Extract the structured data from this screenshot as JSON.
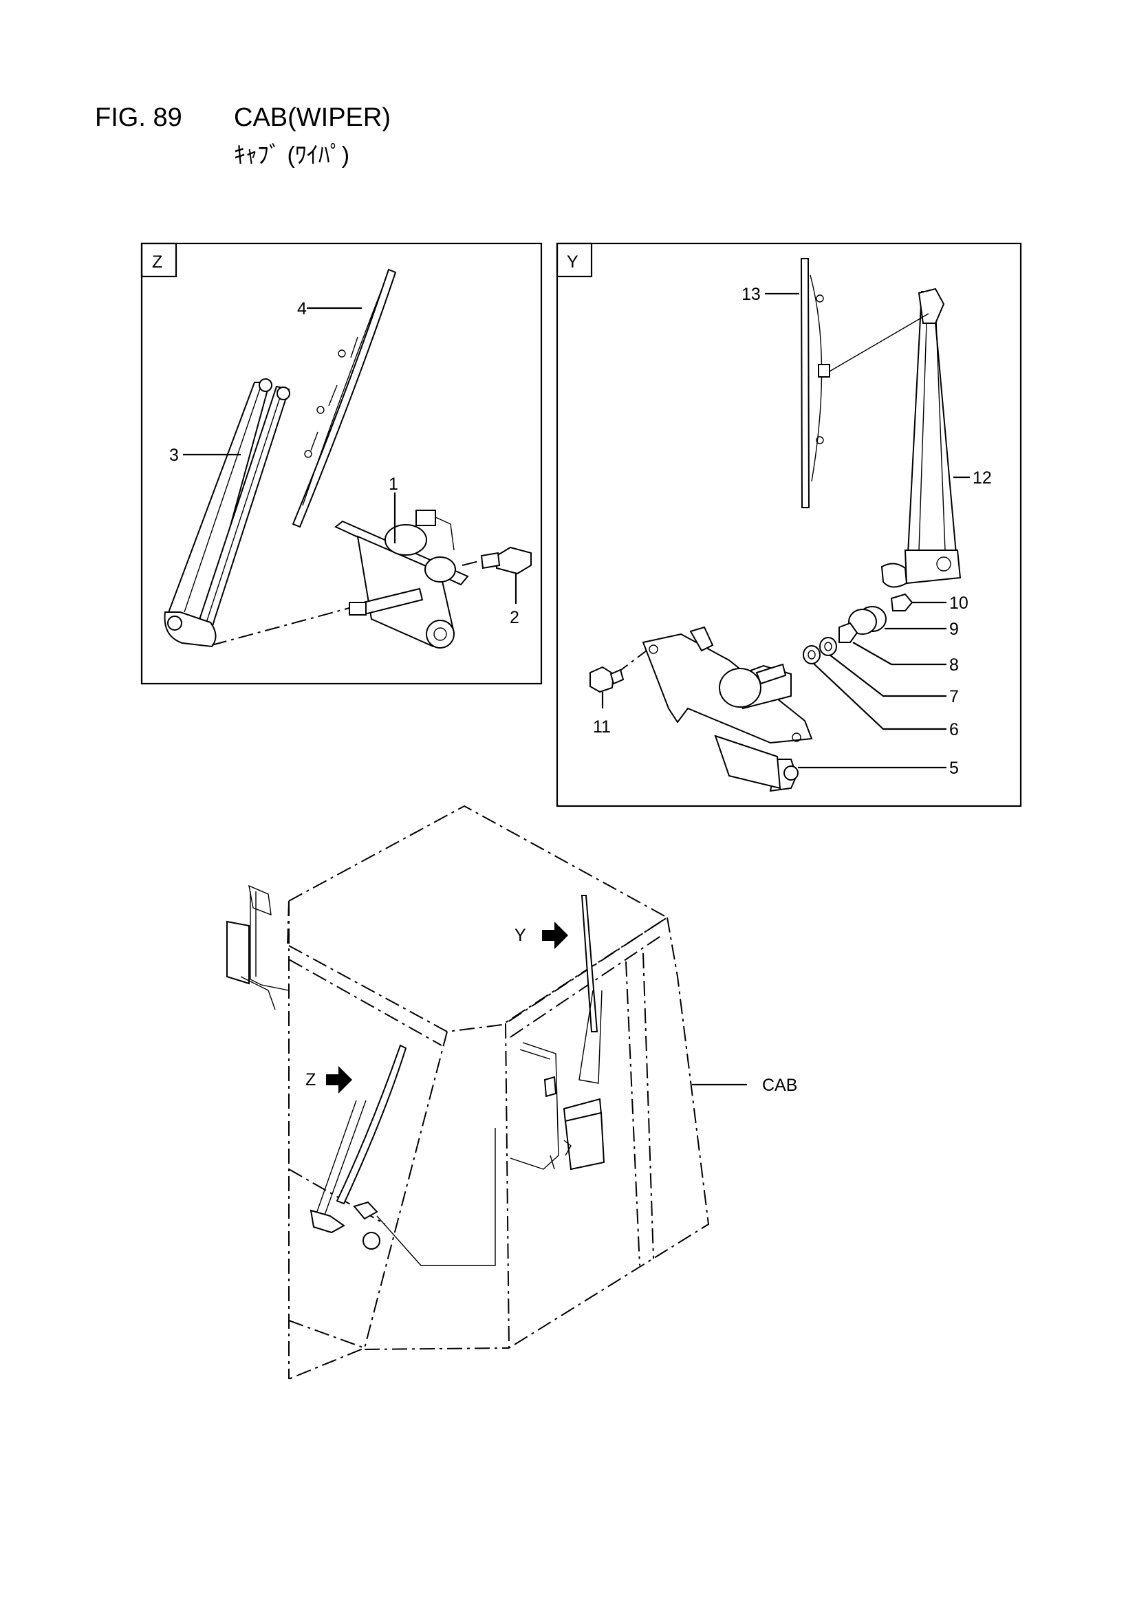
{
  "header": {
    "fig_number": "FIG. 89",
    "title": "CAB(WIPER)",
    "subtitle": "ｷｬﾌﾞ (ﾜｲﾊﾟ)"
  },
  "views": {
    "z": {
      "tag": "Z"
    },
    "y": {
      "tag": "Y"
    }
  },
  "callouts": {
    "p1": "1",
    "p2": "2",
    "p3": "3",
    "p4": "4",
    "p5": "5",
    "p6": "6",
    "p7": "7",
    "p8": "8",
    "p9": "9",
    "p10": "10",
    "p11": "11",
    "p12": "12",
    "p13": "13"
  },
  "cab": {
    "label": "CAB",
    "arrow_y": "Y",
    "arrow_z": "Z"
  }
}
